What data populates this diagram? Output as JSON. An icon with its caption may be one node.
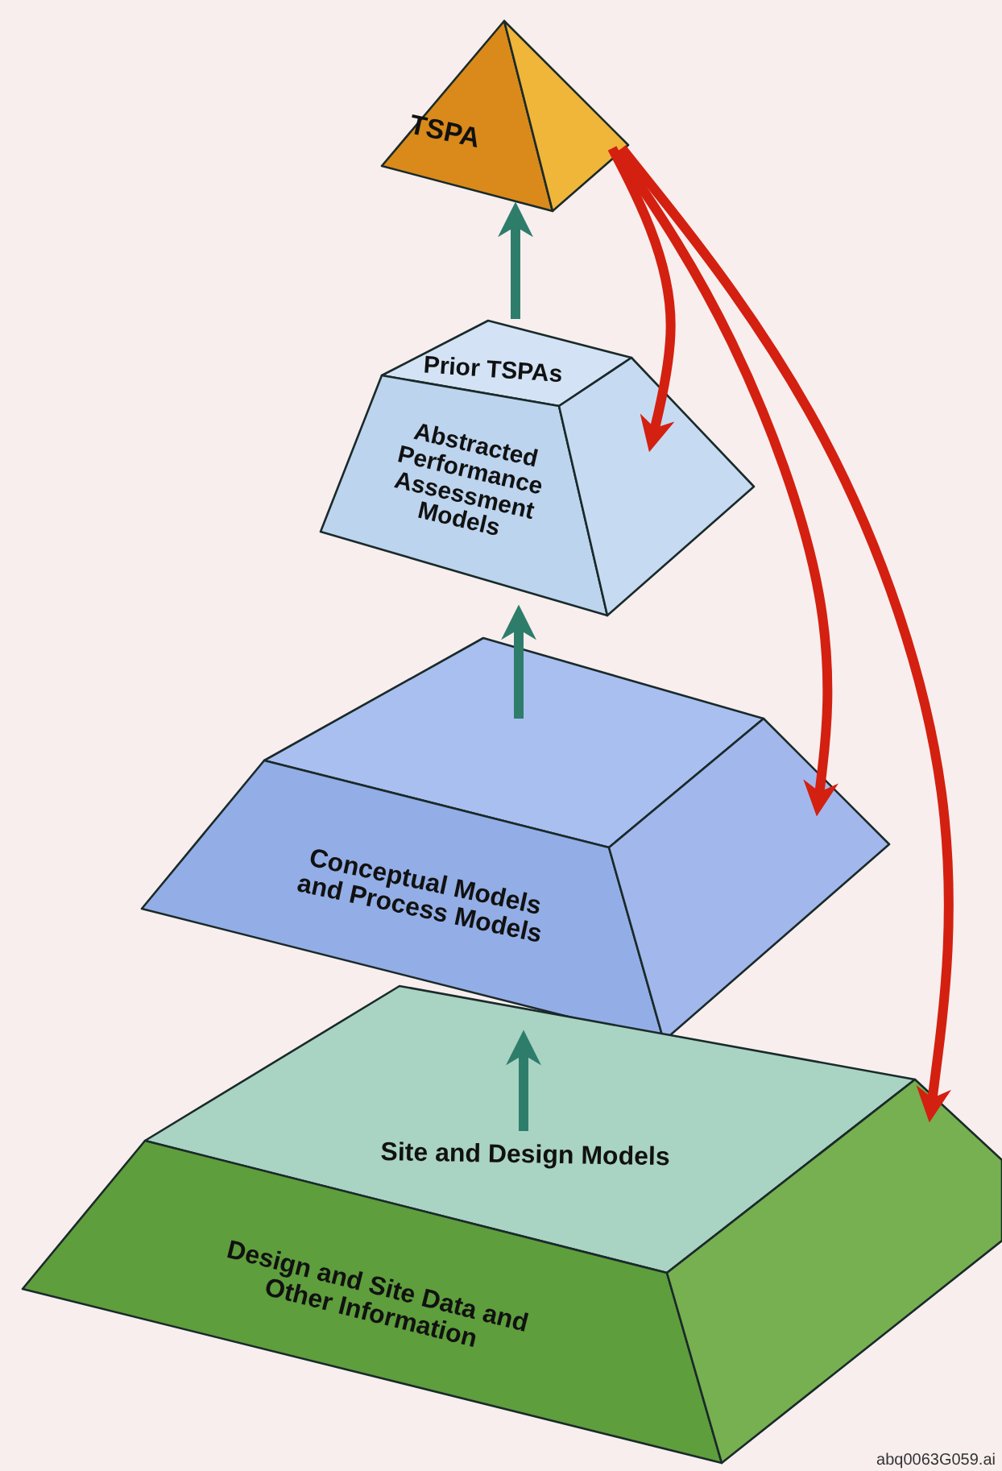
{
  "diagram": {
    "nodes": [
      {
        "text": [
          "TSPA"
        ]
      },
      {
        "text": [
          "Prior TSPAs",
          "Abstracted Performance Assessment Models"
        ]
      },
      {
        "text": [
          "Conceptual Models and Process Models"
        ]
      },
      {
        "text": [
          "Site and Design Models",
          "Design and Site Data and Other Information"
        ]
      }
    ],
    "edges": [
      {
        "from": 1,
        "to": 0,
        "arrow": "to"
      },
      {
        "from": 2,
        "to": 1,
        "arrow": "to"
      },
      {
        "from": 3,
        "to": 2,
        "arrow": "to"
      },
      {
        "from": 0,
        "to": 1,
        "arrow": "to",
        "color": "#d42010"
      },
      {
        "from": 0,
        "to": 2,
        "arrow": "to",
        "color": "#d42010"
      },
      {
        "from": 0,
        "to": 3,
        "arrow": "to",
        "color": "#d42010"
      }
    ],
    "labels": [
      "abq0063G059.ai"
    ]
  }
}
